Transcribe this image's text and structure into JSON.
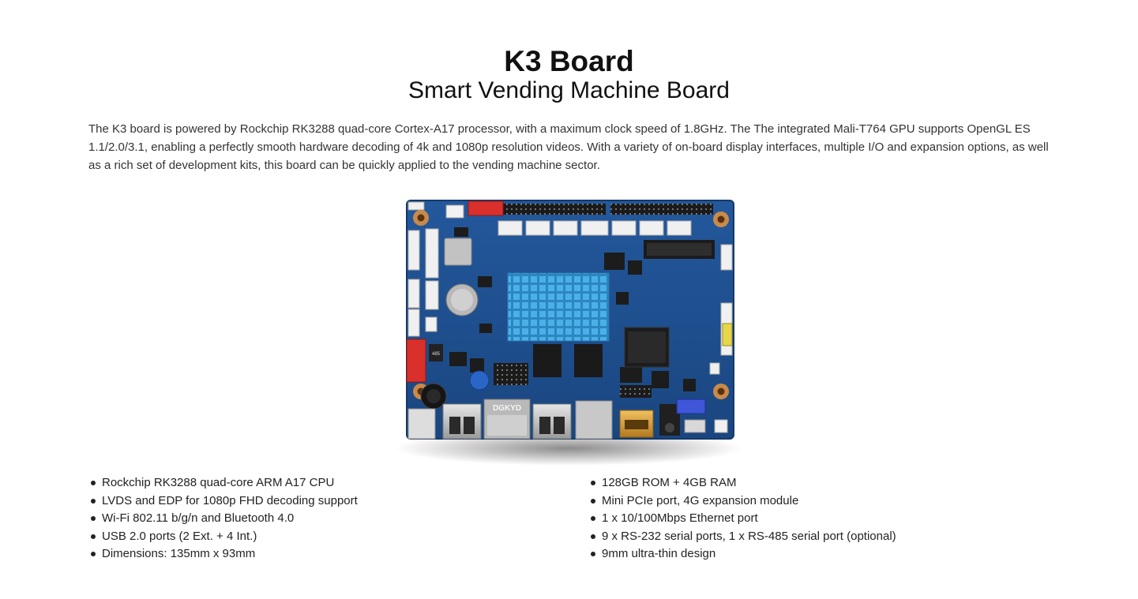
{
  "header": {
    "title": "K3 Board",
    "subtitle": "Smart Vending Machine Board"
  },
  "description": "The K3 board is powered by Rockchip RK3288 quad-core Cortex-A17 processor, with a maximum clock speed of 1.8GHz. The The integrated Mali-T764 GPU supports OpenGL ES 1.1/2.0/3.1, enabling a perfectly smooth hardware decoding of 4k and 1080p resolution videos. With a variety of on-board display interfaces, multiple I/O and expansion options, as well as a rich set of development kits, this board can be quickly applied to the vending machine sector.",
  "image": {
    "board_label": "DGKYD",
    "chip_label": "485"
  },
  "features_left": [
    "Rockchip RK3288 quad-core ARM A17 CPU",
    "LVDS and EDP for 1080p FHD decoding support",
    "Wi-Fi 802.11 b/g/n and Bluetooth 4.0",
    "USB 2.0 ports (2 Ext. + 4 Int.)",
    "Dimensions: 135mm x 93mm"
  ],
  "features_right": [
    "128GB ROM + 4GB RAM",
    "Mini PCIe port, 4G expansion module",
    "1 x 10/100Mbps Ethernet port",
    "9 x RS-232 serial ports, 1 x RS-485 serial port (optional)",
    "9mm ultra-thin design"
  ],
  "colors": {
    "pcb": "#1f4f8f",
    "heatsink": "#3d9fd8",
    "connector_red": "#d9302c",
    "hdmi_gold": "#d9a23a"
  }
}
